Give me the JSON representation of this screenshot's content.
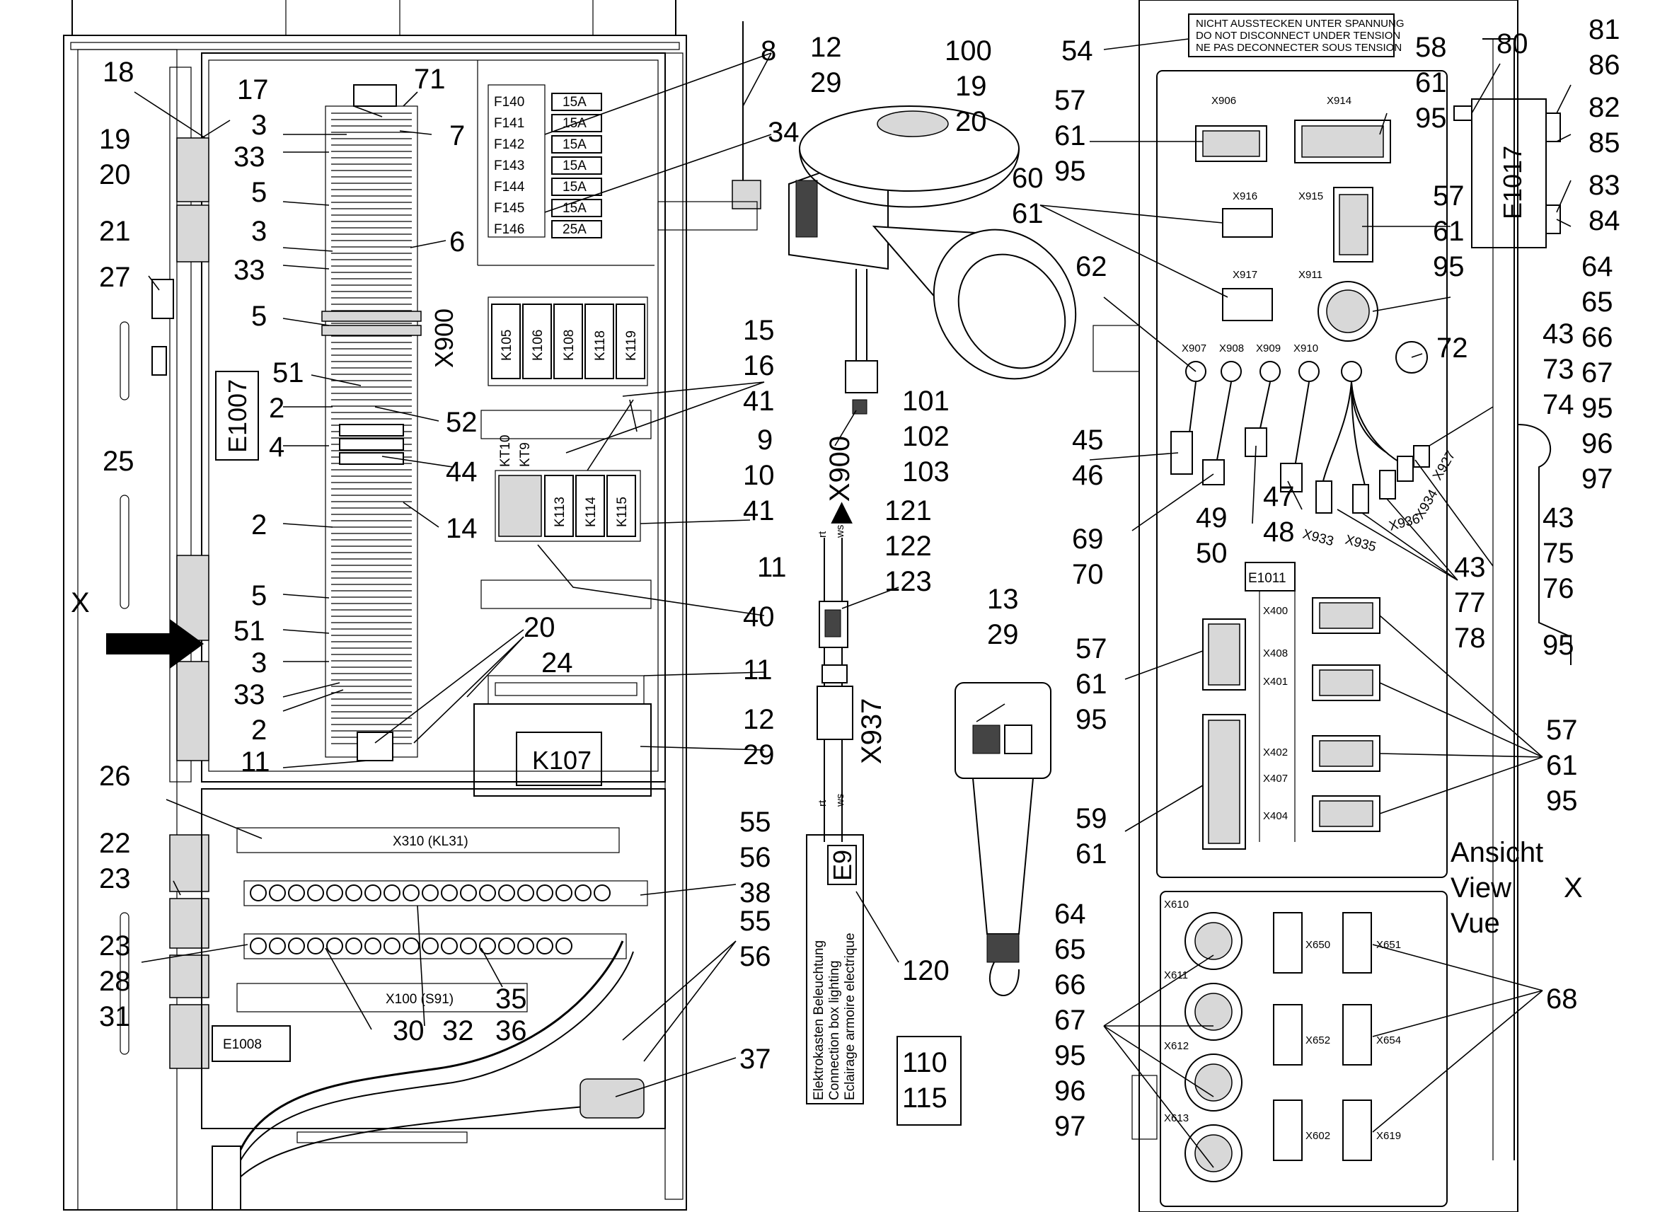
{
  "warning_label": {
    "lines": [
      "NICHT AUSSTECKEN UNTER SPANNUNG",
      "DO NOT DISCONNECT UNDER TENSION",
      "NE PAS DECONNECTER SOUS TENSION"
    ]
  },
  "component_labels": {
    "E1007": "E1007",
    "X900": "X900",
    "E1008": "E1008",
    "K107": "K107",
    "X310": "X310 (KL31)",
    "X100": "X100 (S91)",
    "E1011": "E1011",
    "E1017": "E1017",
    "E9": "E9",
    "KT10": "KT10",
    "KT9": "KT9",
    "X937": "X937",
    "X900_ref": "▶X900",
    "rt": "rt",
    "ws": "ws"
  },
  "fuses": [
    {
      "id": "F140",
      "rating": "15A"
    },
    {
      "id": "F141",
      "rating": "15A"
    },
    {
      "id": "F142",
      "rating": "15A"
    },
    {
      "id": "F143",
      "rating": "15A"
    },
    {
      "id": "F144",
      "rating": "15A"
    },
    {
      "id": "F145",
      "rating": "15A"
    },
    {
      "id": "F146",
      "rating": "25A"
    }
  ],
  "relays_top": [
    "K105",
    "K106",
    "K108",
    "K118",
    "K119"
  ],
  "relays_bottom": [
    "K113",
    "K114",
    "K115"
  ],
  "connectors_upper": [
    "X906",
    "X914",
    "X916",
    "X915",
    "X917",
    "X911"
  ],
  "connectors_middle": [
    "X907",
    "X908",
    "X909",
    "X910"
  ],
  "connectors_diag": [
    "X933",
    "X935",
    "X936",
    "X934",
    "X927"
  ],
  "connectors_e1011": [
    "X400",
    "X408",
    "X401",
    "X402",
    "X407",
    "X404"
  ],
  "connectors_lower": [
    "X610",
    "X611",
    "X612",
    "X613",
    "X650",
    "X651",
    "X652",
    "X654",
    "X602",
    "X619"
  ],
  "view_label": [
    "Ansicht",
    "View",
    "Vue",
    "X"
  ],
  "arrow_label": "X",
  "box_lighting": [
    "Elektrokasten Beleuchtung",
    "Connection box lighting",
    "Eclairage armoire electrique"
  ],
  "callouts": {
    "c18": "18",
    "c17": "17",
    "c71": "71",
    "c3a": "3",
    "c7": "7",
    "c19a": "19",
    "c20a": "20",
    "c33a": "33",
    "c5a": "5",
    "c3b": "3",
    "c6": "6",
    "c33b": "33",
    "c21": "21",
    "c27": "27",
    "c5b": "5",
    "c51a": "51",
    "c2a": "2",
    "c52": "52",
    "c4": "4",
    "c44": "44",
    "c25": "25",
    "c2b": "2",
    "c14": "14",
    "c5c": "5",
    "c51b": "51",
    "c3c": "3",
    "c33c": "33",
    "c2c": "2",
    "c20b": "20",
    "c24": "24",
    "c11a": "11",
    "c26": "26",
    "c22": "22",
    "c23a": "23",
    "c23b": "23",
    "c28": "28",
    "c31": "31",
    "c30": "30",
    "c32": "32",
    "c35": "35",
    "c36": "36",
    "c37": "37",
    "c55a": "55",
    "c56a": "56",
    "c38": "38",
    "c55b": "55",
    "c56b": "56",
    "c8": "8",
    "c12a": "12",
    "c29a": "29",
    "c34": "34",
    "c15": "15",
    "c16": "16",
    "c41a": "41",
    "c9": "9",
    "c10": "10",
    "c41b": "41",
    "c11b": "11",
    "c40": "40",
    "c11c": "11",
    "c12b": "12",
    "c29b": "29",
    "c100": "100",
    "c19b": "19",
    "c20c": "20",
    "c101": "101",
    "c102": "102",
    "c103": "103",
    "c121": "121",
    "c122": "122",
    "c123": "123",
    "c13": "13",
    "c29c": "29",
    "c120": "120",
    "c110": "110",
    "c115": "115",
    "c54": "54",
    "c58": "58",
    "c61a": "61",
    "c95a": "95",
    "c57a": "57",
    "c61b": "61",
    "c95b": "95",
    "c80": "80",
    "c81": "81",
    "c86": "86",
    "c82": "82",
    "c85": "85",
    "c83": "83",
    "c84": "84",
    "c60": "60",
    "c61c": "61",
    "c57b": "57",
    "c61d": "61",
    "c95c": "95",
    "c64a": "64",
    "c65a": "65",
    "c62": "62",
    "c72": "72",
    "c43a": "43",
    "c66a": "66",
    "c73": "73",
    "c67a": "67",
    "c74": "74",
    "c95d": "95",
    "c96a": "96",
    "c97a": "97",
    "c45": "45",
    "c46": "46",
    "c69": "69",
    "c70": "70",
    "c49": "49",
    "c50": "50",
    "c47": "47",
    "c48": "48",
    "c43b": "43",
    "c75": "75",
    "c76": "76",
    "c43c": "43",
    "c77": "77",
    "c78": "78",
    "c95e": "95",
    "c57c": "57",
    "c61e": "61",
    "c95f": "95",
    "c57d": "57",
    "c61f": "61",
    "c95g": "95",
    "c59": "59",
    "c61g": "61",
    "c64b": "64",
    "c65b": "65",
    "c66b": "66",
    "c67b": "67",
    "c95h": "95",
    "c96b": "96",
    "c97b": "97",
    "c68": "68"
  }
}
